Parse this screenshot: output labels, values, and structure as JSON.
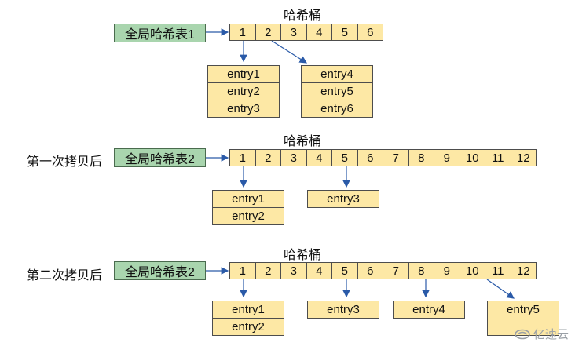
{
  "bucket_title": "哈希桶",
  "tables": {
    "t1": "全局哈希表1",
    "t2": "全局哈希表2"
  },
  "section_labels": {
    "first": "第一次拷贝后",
    "second": "第二次拷贝后"
  },
  "buckets_small": [
    "1",
    "2",
    "3",
    "4",
    "5",
    "6"
  ],
  "buckets_large": [
    "1",
    "2",
    "3",
    "4",
    "5",
    "6",
    "7",
    "8",
    "9",
    "10",
    "11",
    "12"
  ],
  "section1": {
    "group_a": [
      "entry1",
      "entry2",
      "entry3"
    ],
    "group_b": [
      "entry4",
      "entry5",
      "entry6"
    ]
  },
  "section2": {
    "group_a": [
      "entry1",
      "entry2"
    ],
    "group_b": [
      "entry3"
    ]
  },
  "section3": {
    "group_a": [
      "entry1",
      "entry2"
    ],
    "group_b": [
      "entry3"
    ],
    "group_c": [
      "entry4"
    ],
    "group_d": [
      "entry5"
    ]
  },
  "watermark": "亿速云",
  "colors": {
    "table_fill": "#a9d5ae",
    "cell_fill": "#fde8a5",
    "arrow": "#2a5aa8"
  }
}
